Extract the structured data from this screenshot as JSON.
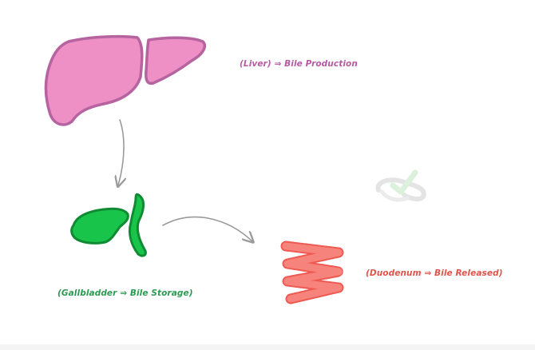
{
  "liver": {
    "label": "(Liver) ⇒ Bile Production",
    "color": "#b55aa3",
    "fill": "#ee8fc6",
    "stroke": "#b5649f"
  },
  "gallbladder": {
    "label": "(Gallbladder ⇒ Bile Storage)",
    "color": "#2b9a52",
    "fill": "#19c44a",
    "stroke": "#118a34"
  },
  "duodenum": {
    "label": "(Duodenum ⇒ Bile Released)",
    "color": "#e0534b",
    "fill": "#f7847c",
    "stroke": "#ee5a51"
  },
  "arrow_color": "#9a9a9a",
  "faint_icon": "check-on-loop-icon"
}
